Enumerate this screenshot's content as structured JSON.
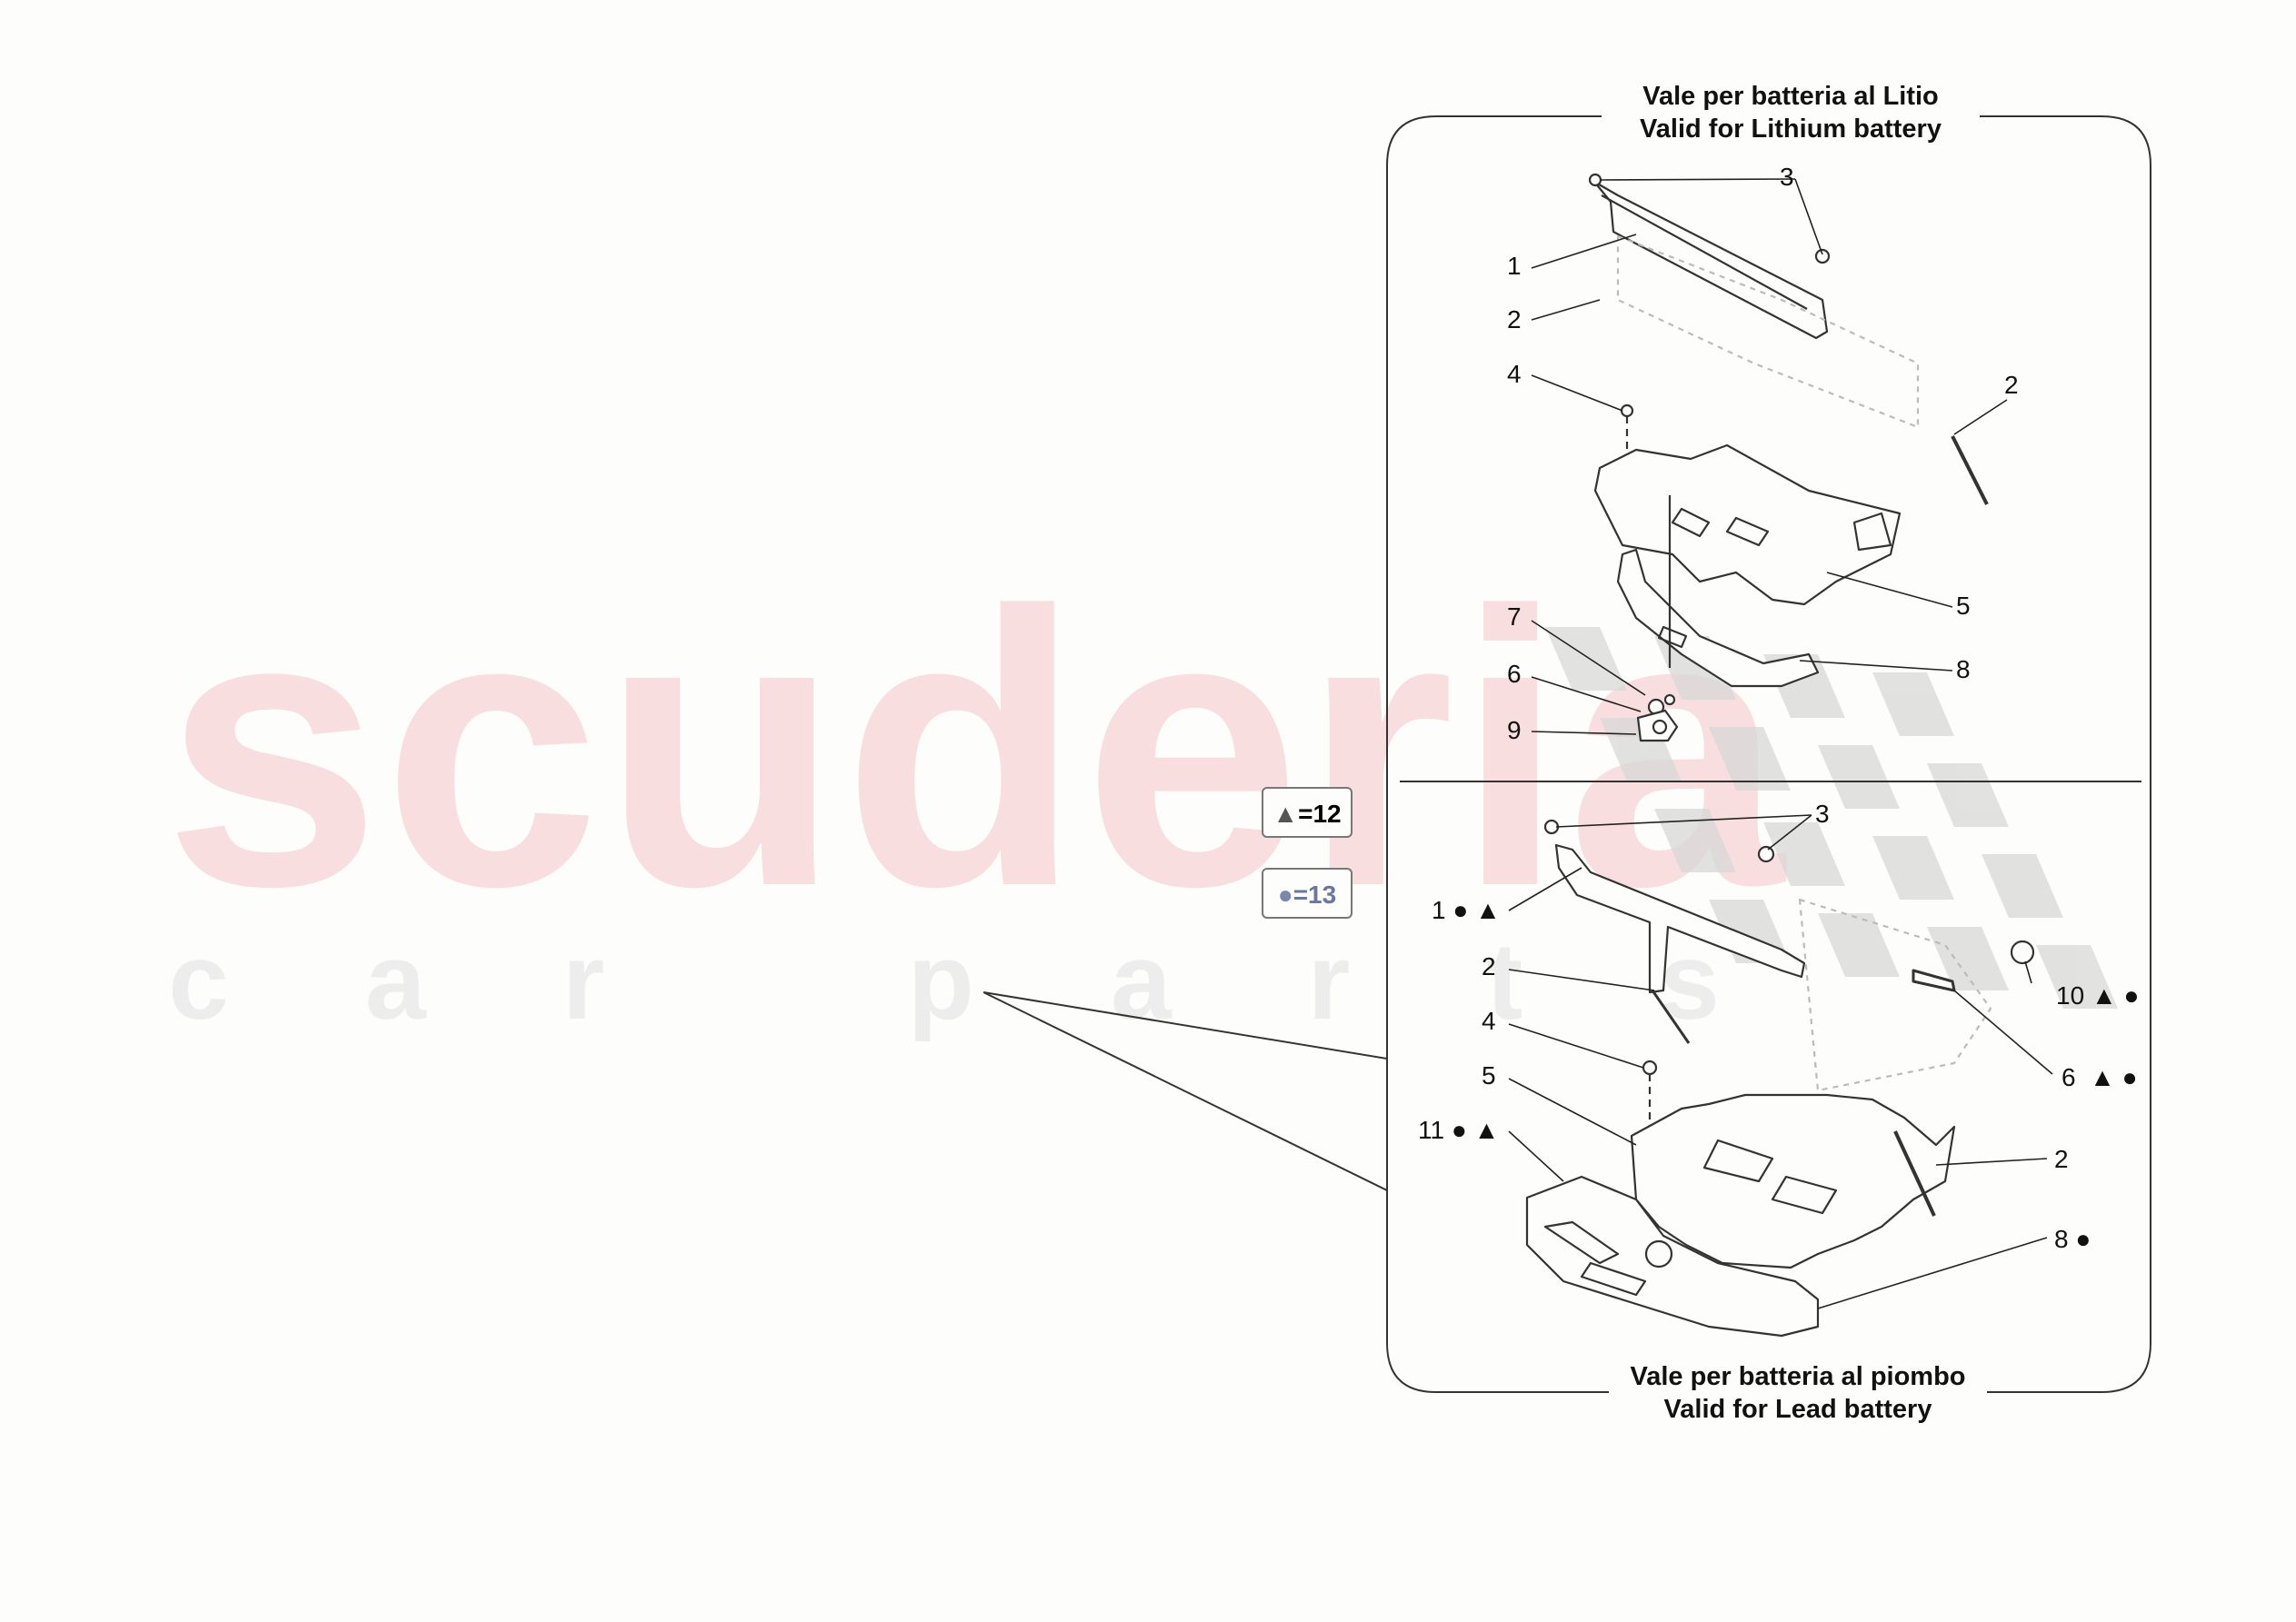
{
  "watermark": {
    "brand": "scuderia",
    "sub": "car parts"
  },
  "captions": {
    "top_line1": "Vale per batteria al Litio",
    "top_line2": "Valid for Lithium battery",
    "bottom_line1": "Vale per batteria al piombo",
    "bottom_line2": "Valid for Lead battery"
  },
  "legend": {
    "triangle_value": "=12",
    "circle_value": "=13"
  },
  "callouts_top": {
    "c1": "1",
    "c2a": "2",
    "c2b": "2",
    "c3": "3",
    "c4": "4",
    "c5": "5",
    "c6": "6",
    "c7": "7",
    "c8": "8",
    "c9": "9"
  },
  "callouts_bottom": {
    "c1": "1",
    "c2a": "2",
    "c2b": "2",
    "c3": "3",
    "c4": "4",
    "c5": "5",
    "c6": "6",
    "c8": "8",
    "c10": "10",
    "c11": "11"
  },
  "colors": {
    "watermark_red": "#f8dede",
    "watermark_grey": "#ededed",
    "line": "#222222",
    "checker": "#d6d6d6"
  }
}
